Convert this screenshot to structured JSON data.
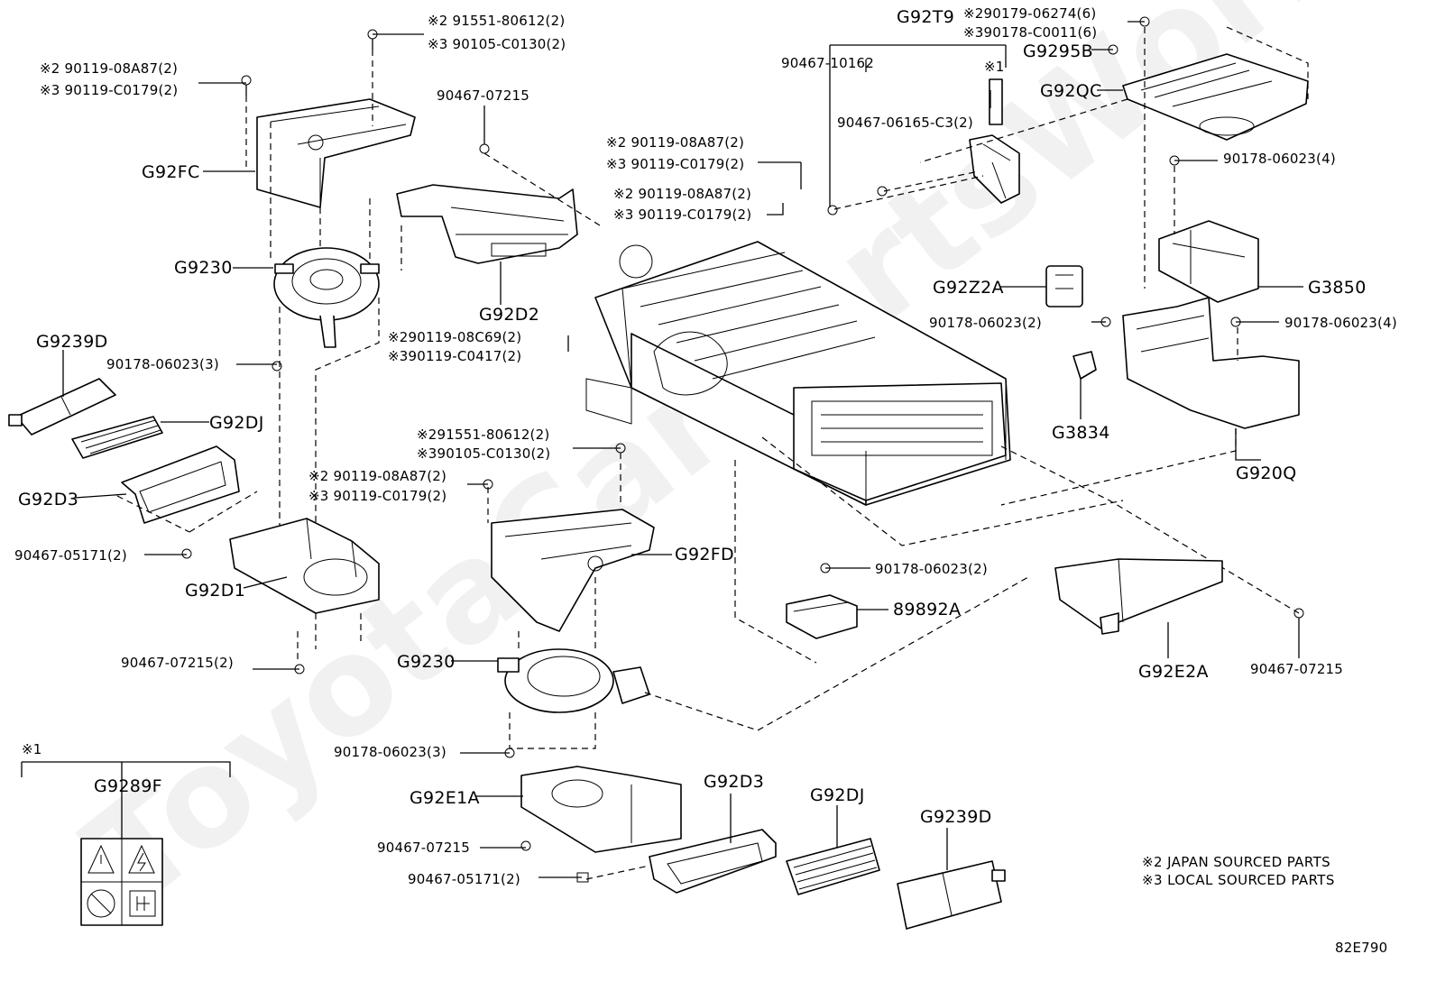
{
  "watermark": "ToyotaCarPartsWorld",
  "diagram_id": "82E790",
  "legend": {
    "mark1": "※1",
    "note2": "※2 JAPAN SOURCED PARTS",
    "note3": "※3 LOCAL SOURCED PARTS"
  },
  "warning_label_group": {
    "mark": "※1",
    "code": "G9289F"
  },
  "labels": {
    "fc_jp": "※2 91551-80612(2)",
    "fc_lc": "※3 90105-C0130(2)",
    "fc_bolt_jp": "※2 90119-08A87(2)",
    "fc_bolt_lc": "※3 90119-C0179(2)",
    "fc_code": "G92FC",
    "fan_top": "G9230",
    "nut_left": "90178-06023(3)",
    "filter_cover_l": "G9239D",
    "filter_l": "G92DJ",
    "frame_l": "G92D3",
    "clip_left": "90467-05171(2)",
    "duct_d1": "G92D1",
    "clip_d1": "90467-07215(2)",
    "clip_top": "90467-07215",
    "duct_d2": "G92D2",
    "c69_jp": "※290119-08C69(2)",
    "c69_lc": "※390119-C0417(2)",
    "mid_jp_a": "※2 90119-08A87(2)",
    "mid_lc_a": "※3 90119-C0179(2)",
    "mid_jp_b": "※2 90119-08A87(2)",
    "mid_lc_b": "※3 90119-C0179(2)",
    "fd_jp": "※291551-80612(2)",
    "fd_lc": "※390105-C0130(2)",
    "fd_bolt_jp": "※2 90119-08A87(2)",
    "fd_bolt_lc": "※3 90119-C0179(2)",
    "fd_code": "G92FD",
    "fan_bottom": "G9230",
    "nut_bottom": "90178-06023(3)",
    "e1a_code": "G92E1A",
    "clip_e1a": "90467-07215",
    "clip_bottom": "90467-05171(2)",
    "frame_b": "G92D3",
    "filter_b": "G92DJ",
    "filter_cover_b": "G9239D",
    "t9_code": "G92T9",
    "t9_clip": "90467-10162",
    "t9_mark": "※1",
    "t9_c3": "90467-06165-C3(2)",
    "qc_jp": "※290179-06274(6)",
    "qc_lc": "※390178-C0011(6)",
    "g9295b": "G9295B",
    "g92qc": "G92QC",
    "nut_qc": "90178-06023(4)",
    "g3850": "G3850",
    "g92z2a": "G92Z2A",
    "nut_z2a": "90178-06023(2)",
    "nut_920q": "90178-06023(4)",
    "g3834": "G3834",
    "g920q": "G920Q",
    "nut_89892": "90178-06023(2)",
    "p89892a": "89892A",
    "g92e2a": "G92E2A",
    "clip_e2a": "90467-07215"
  }
}
